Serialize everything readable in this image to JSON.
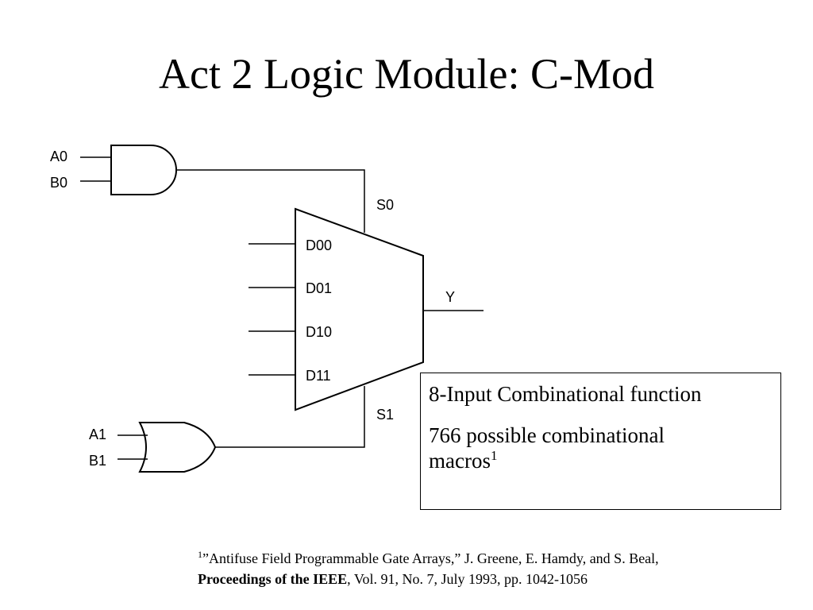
{
  "slide": {
    "title": "Act 2 Logic Module: C-Mod"
  },
  "diagram": {
    "and_gate": {
      "inputs": [
        "A0",
        "B0"
      ]
    },
    "or_gate": {
      "inputs": [
        "A1",
        "B1"
      ]
    },
    "mux": {
      "data_inputs": [
        "D00",
        "D01",
        "D10",
        "D11"
      ],
      "select_inputs": [
        "S0",
        "S1"
      ],
      "output": "Y"
    }
  },
  "infobox": {
    "line1": "8-Input Combinational function",
    "line2": "766 possible combinational",
    "line3": "macros",
    "marker": "1"
  },
  "footnote": {
    "marker": "1",
    "line1": "”Antifuse Field Programmable Gate Arrays,” J. Greene, E. Hamdy, and S. Beal,",
    "journal": "Proceedings of the IEEE",
    "line2_rest": ", Vol. 91, No. 7, July 1993, pp. 1042-1056"
  }
}
